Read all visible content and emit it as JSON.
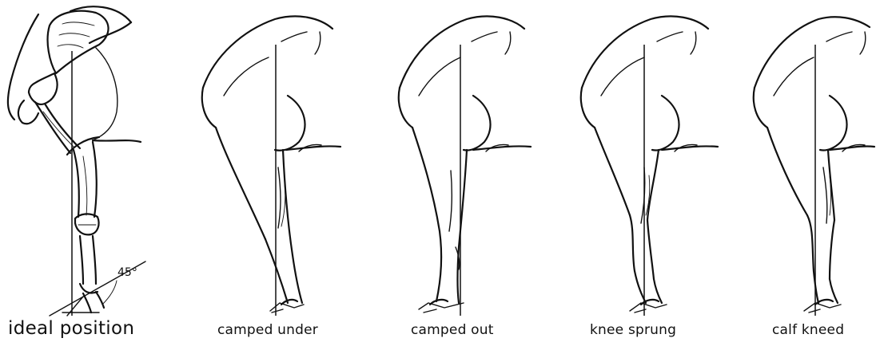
{
  "figure": {
    "panels": [
      {
        "caption": "ideal position",
        "angle_label": "45°"
      },
      {
        "caption": "camped under"
      },
      {
        "caption": "camped out"
      },
      {
        "caption": "knee sprung"
      },
      {
        "caption": "calf kneed"
      }
    ]
  }
}
